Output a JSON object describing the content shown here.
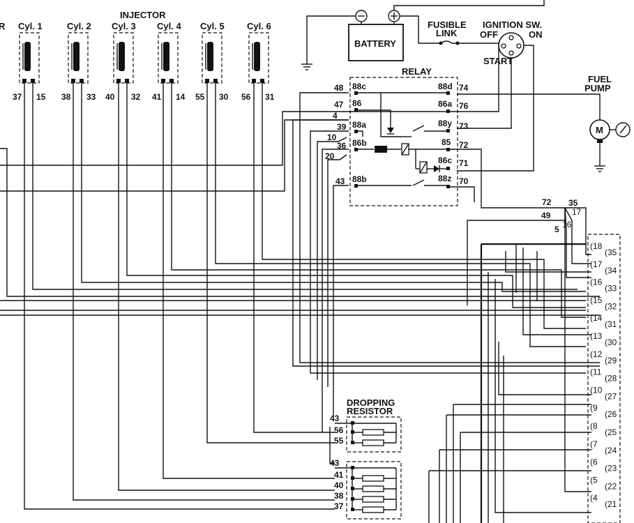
{
  "injector": {
    "title": "INJECTOR",
    "cylinders": [
      {
        "label": "Cyl. 1",
        "pin_a": "37",
        "pin_b": "15"
      },
      {
        "label": "Cyl. 2",
        "pin_a": "38",
        "pin_b": "33"
      },
      {
        "label": "Cyl. 3",
        "pin_a": "40",
        "pin_b": "32"
      },
      {
        "label": "Cyl. 4",
        "pin_a": "41",
        "pin_b": "14"
      },
      {
        "label": "Cyl. 5",
        "pin_a": "55",
        "pin_b": "30"
      },
      {
        "label": "Cyl. 6",
        "pin_a": "56",
        "pin_b": "31"
      }
    ],
    "edge_fragment": "R"
  },
  "battery": {
    "label": "BATTERY"
  },
  "fusible_link": {
    "line1": "FUSIBLE",
    "line2": "LINK"
  },
  "ignition": {
    "title": "IGNITION SW.",
    "off": "OFF",
    "on": "ON",
    "start": "START"
  },
  "fuel_pump": {
    "line1": "FUEL",
    "line2": "PUMP",
    "motor": "M"
  },
  "relay": {
    "title": "RELAY",
    "left_terminals": [
      {
        "wire": "48",
        "term": "88c"
      },
      {
        "wire": "47",
        "term": "86"
      },
      {
        "wire": "4",
        "term": ""
      },
      {
        "wire": "39",
        "term": "88a"
      },
      {
        "wire": "10",
        "term": ""
      },
      {
        "wire": "36",
        "term": "86b"
      },
      {
        "wire": "20",
        "term": ""
      },
      {
        "wire": "43",
        "term": "88b"
      }
    ],
    "right_terminals": [
      {
        "term": "88d",
        "wire": "74"
      },
      {
        "term": "86a",
        "wire": "76"
      },
      {
        "term": "88y",
        "wire": "73"
      },
      {
        "term": "85",
        "wire": "72"
      },
      {
        "term": "86c",
        "wire": "71"
      },
      {
        "term": "88z",
        "wire": "70"
      }
    ]
  },
  "junction": {
    "w72": "72",
    "w35": "35",
    "w49": "49",
    "w17": "17",
    "w5": "5",
    "w16": "16"
  },
  "dropping_resistor": {
    "title_line1": "DROPPING",
    "title_line2": "RESISTOR",
    "upper_pins": [
      "43",
      "56",
      "55"
    ],
    "lower_pins": [
      "43",
      "41",
      "40",
      "38",
      "37"
    ]
  },
  "control_unit_connector": {
    "left_pins": [
      "18",
      "17",
      "16",
      "15",
      "14",
      "13",
      "12",
      "11",
      "10",
      "9",
      "8",
      "7",
      "6",
      "5",
      "4"
    ],
    "right_pins": [
      "35",
      "34",
      "33",
      "32",
      "31",
      "30",
      "29",
      "28",
      "27",
      "26",
      "25",
      "24",
      "23",
      "22",
      "21"
    ]
  }
}
